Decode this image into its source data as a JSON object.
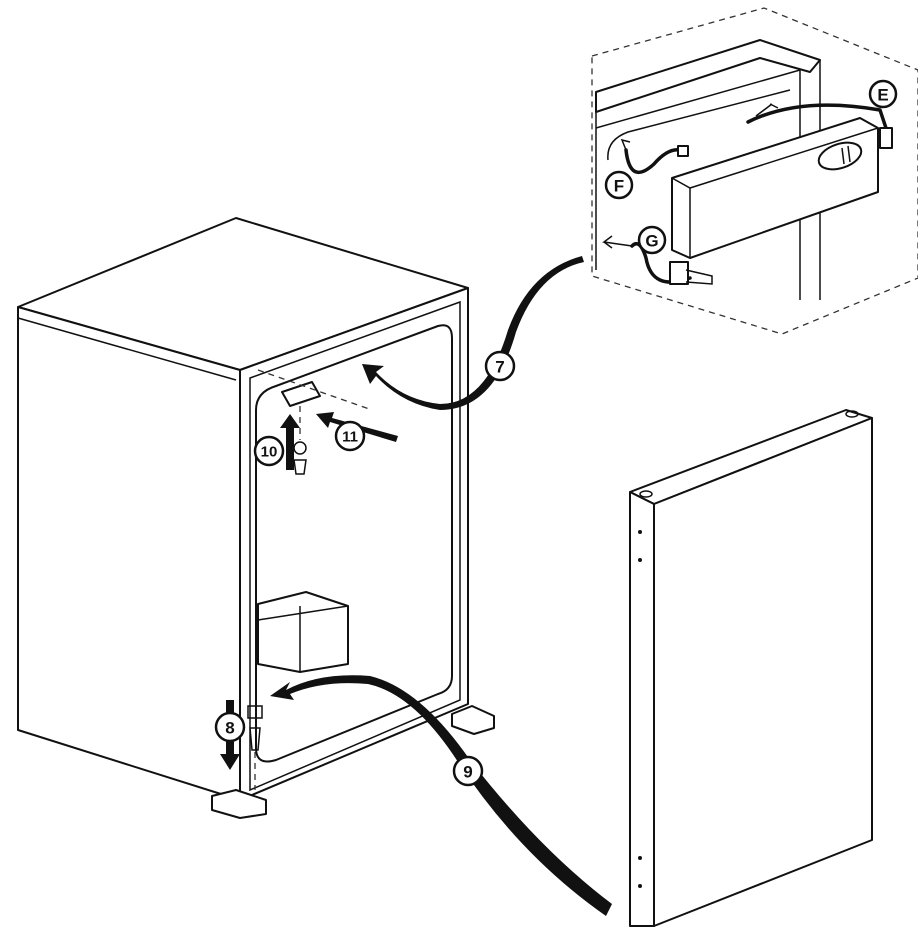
{
  "labels": {
    "step7": "7",
    "step8": "8",
    "step9": "9",
    "step10": "10",
    "step11": "11",
    "partE": "E",
    "partF": "F",
    "partG": "G"
  },
  "colors": {
    "line": "#111111",
    "fill": "#ffffff",
    "shade": "#e9e9e9"
  }
}
